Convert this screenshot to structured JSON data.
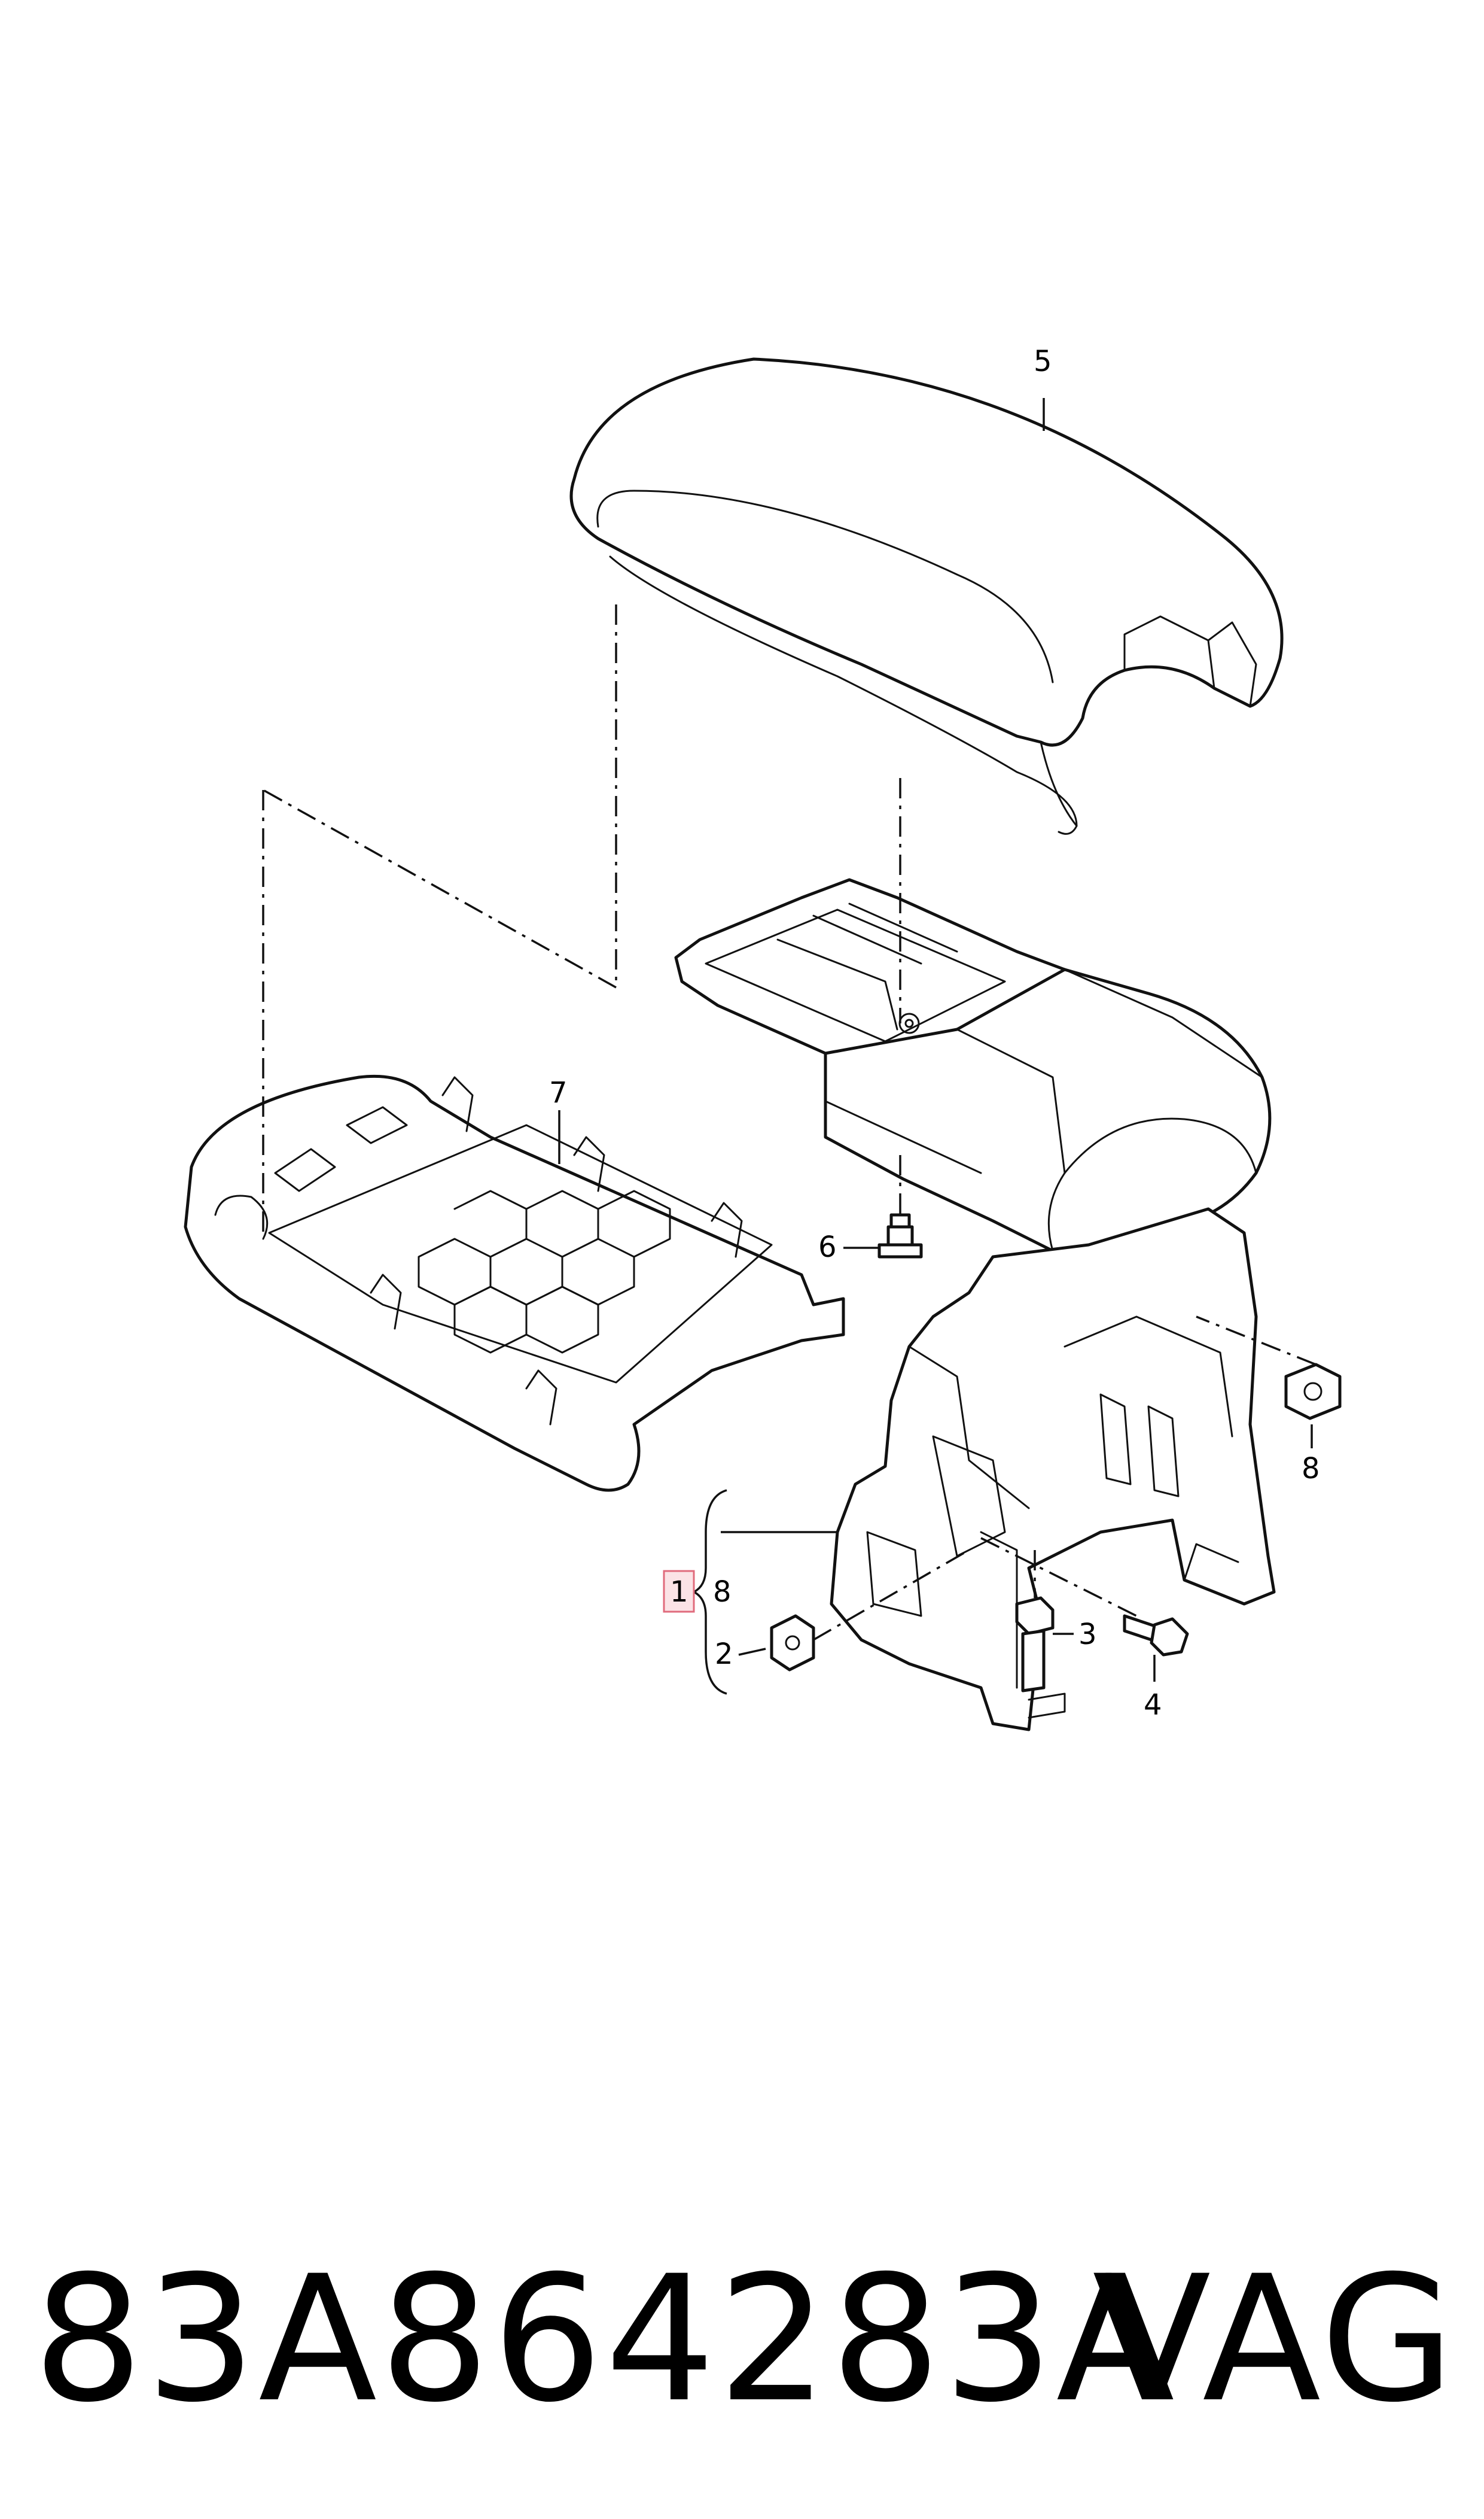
{
  "callouts": {
    "c1": "1",
    "c2": "2",
    "c3": "3",
    "c4": "4",
    "c5": "5",
    "c6": "6",
    "c7": "7",
    "c8a": "8",
    "c8b": "8"
  },
  "footer": {
    "part_number": "83A864283A",
    "brand": "VAG"
  },
  "colors": {
    "highlight_fill": "#fbe3e6",
    "highlight_stroke": "#e06b7c",
    "line": "#111111"
  }
}
